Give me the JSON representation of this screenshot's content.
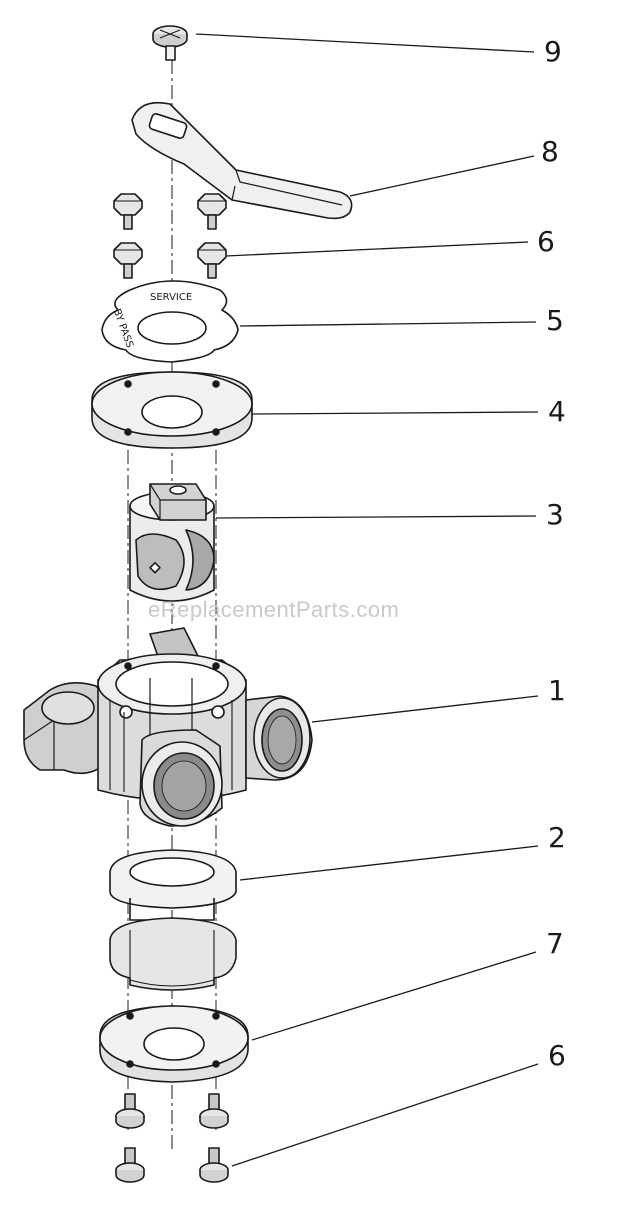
{
  "watermark": "eReplacementParts.com",
  "callouts": [
    "9",
    "8",
    "6",
    "5",
    "4",
    "3",
    "1",
    "2",
    "7",
    "6"
  ],
  "ring_label_service": "SERVICE",
  "ring_label_bypass": "BY PASS",
  "colors": {
    "line": "#1a1a1a",
    "fill_light": "#efefef",
    "fill_mid": "#d4d4d4",
    "fill_dark": "#9a9a9a",
    "thread": "#8a8a8a"
  }
}
